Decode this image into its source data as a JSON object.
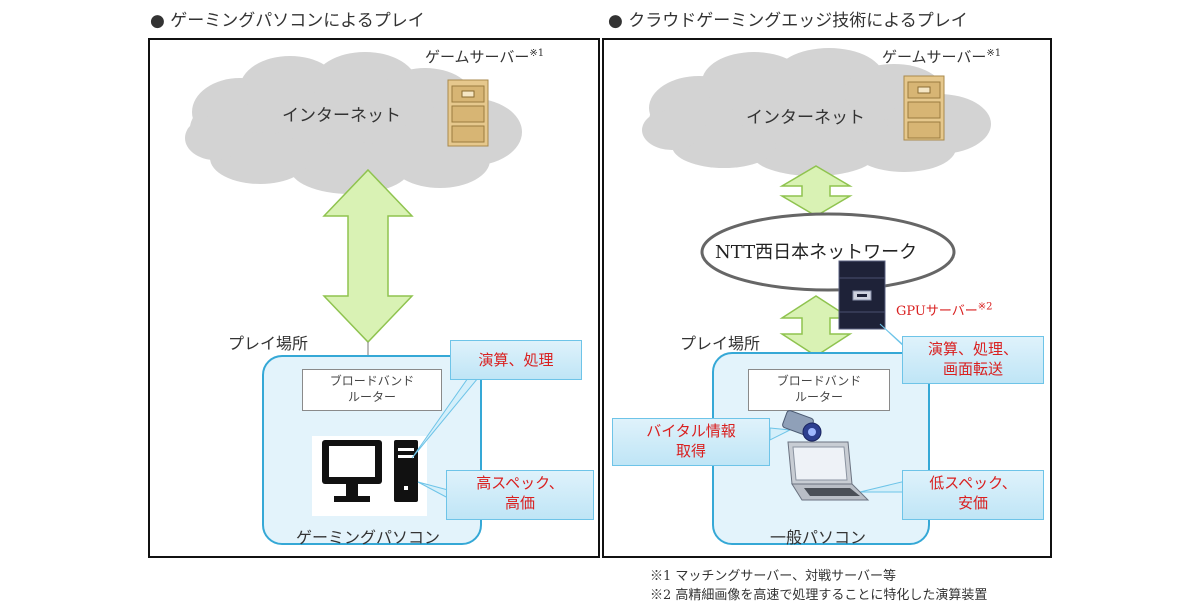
{
  "left": {
    "heading": "● ゲーミングパソコンによるプレイ",
    "internet": "インターネット",
    "game_server": "ゲームサーバー",
    "game_server_note": "※1",
    "place": "プレイ場所",
    "router": [
      "ブロードバンド",
      "ルーター"
    ],
    "callout_compute": "演算、処理",
    "callout_spec": [
      "高スペック、",
      "高価"
    ],
    "pc_caption": "ゲーミングパソコン"
  },
  "right": {
    "heading": "● クラウドゲーミングエッジ技術によるプレイ",
    "internet": "インターネット",
    "game_server": "ゲームサーバー",
    "game_server_note": "※1",
    "ntt_network": "NTT西日本ネットワーク",
    "gpu_server": "GPUサーバー",
    "gpu_server_note": "※2",
    "place": "プレイ場所",
    "router": [
      "ブロードバンド",
      "ルーター"
    ],
    "callout_compute": [
      "演算、処理、",
      "画面転送"
    ],
    "callout_vital": [
      "バイタル情報",
      "取得"
    ],
    "callout_spec": [
      "低スペック、",
      "安価"
    ],
    "pc_caption": "一般パソコン"
  },
  "notes": [
    "※1 マッチングサーバー、対戦サーバー等",
    "※2 高精細画像を高速で処理することに特化した演算装置"
  ],
  "colors": {
    "area_border": "#35a8d6",
    "area_fill": "#e3f3fb",
    "arrow_fill": "#d9f2b4",
    "arrow_stroke": "#8fc34f",
    "callout_text": "#d92020",
    "cloud_fill": "#d3d3d3"
  }
}
